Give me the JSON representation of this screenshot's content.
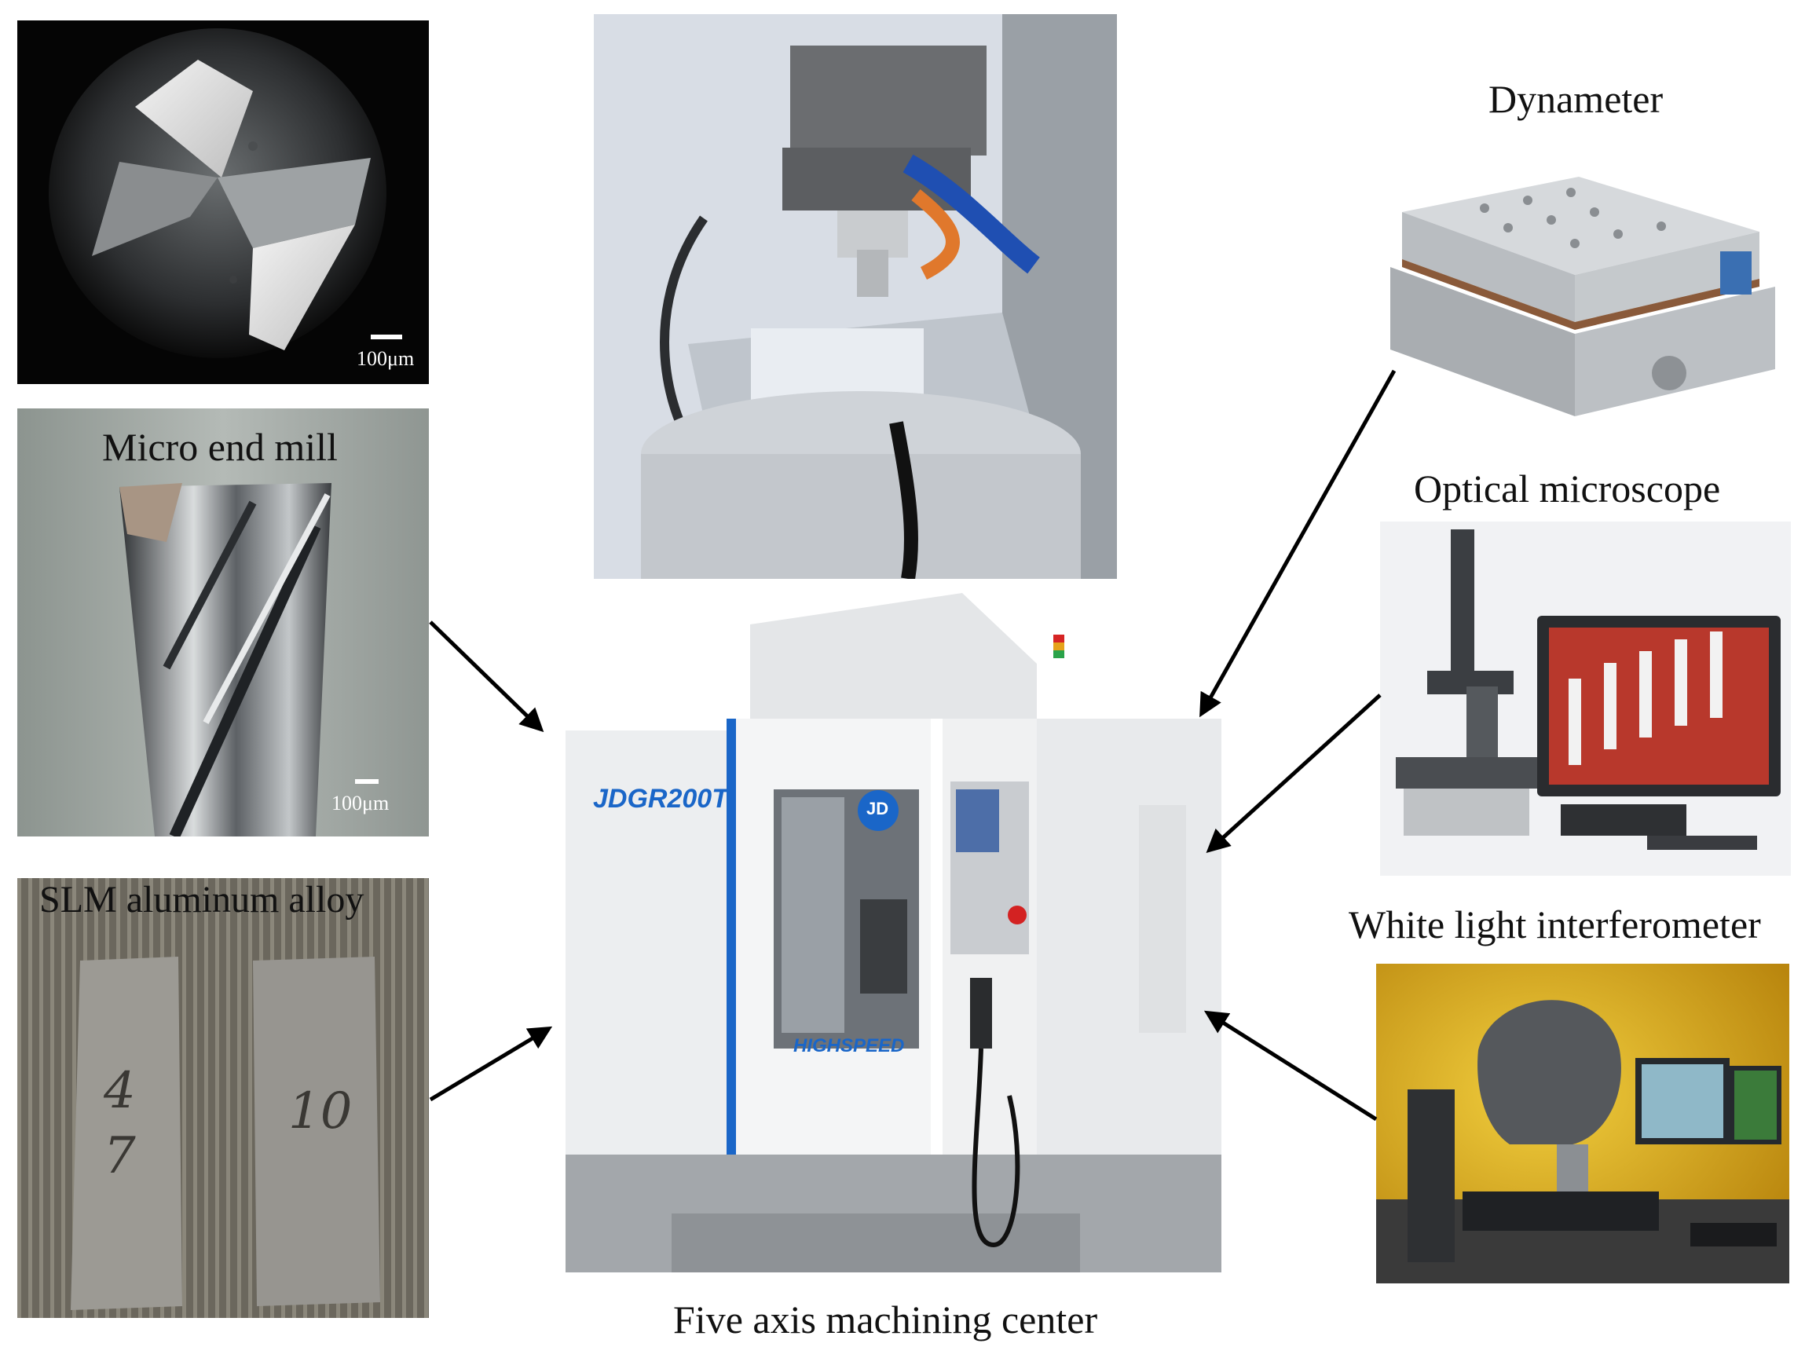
{
  "labels": {
    "micro_end_mill": "Micro end mill",
    "slm_alloy": "SLM aluminum  alloy",
    "dynameter": "Dynameter",
    "optical_microscope": "Optical microscope",
    "white_light_interferometer": "White light  interferometer",
    "machining_center": "Five axis machining  center"
  },
  "scale_bars": {
    "tool_tip": "100μm",
    "end_mill": "100μm"
  },
  "machine": {
    "model": "JDGR200T",
    "badge": "JD",
    "brand_strip": "HIGHSPEED"
  },
  "specimens": {
    "left_mark": "4\n7",
    "right_mark": "10"
  },
  "colors": {
    "arrow": "#000000",
    "machine_blue": "#1a66c8",
    "background": "#ffffff"
  }
}
